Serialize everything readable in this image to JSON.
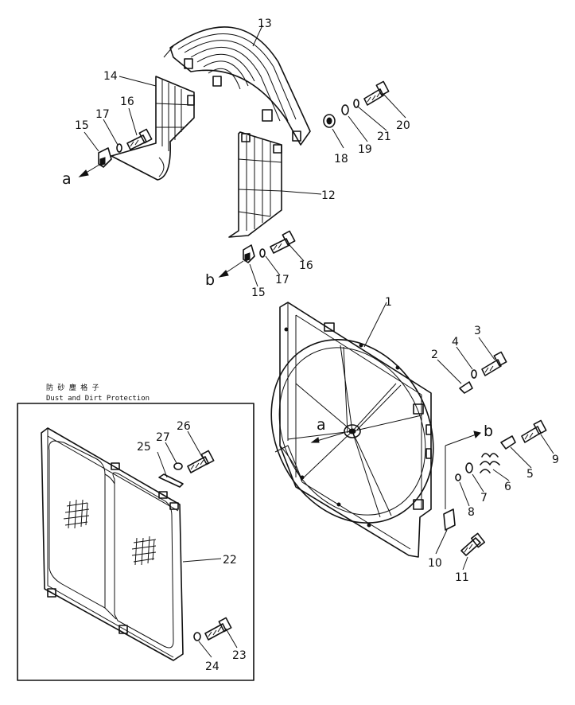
{
  "inset": {
    "caption_cn": "防 砂 塵 格 子",
    "caption_en": "Dust and Dirt Protection"
  },
  "labels": [
    "1",
    "2",
    "3",
    "4",
    "5",
    "6",
    "7",
    "8",
    "9",
    "10",
    "11",
    "12",
    "13",
    "14",
    "15",
    "15",
    "16",
    "16",
    "17",
    "17",
    "18",
    "19",
    "20",
    "21",
    "22",
    "23",
    "24",
    "25",
    "26",
    "27"
  ],
  "arrow_letters": [
    "a",
    "b",
    "a",
    "b"
  ]
}
